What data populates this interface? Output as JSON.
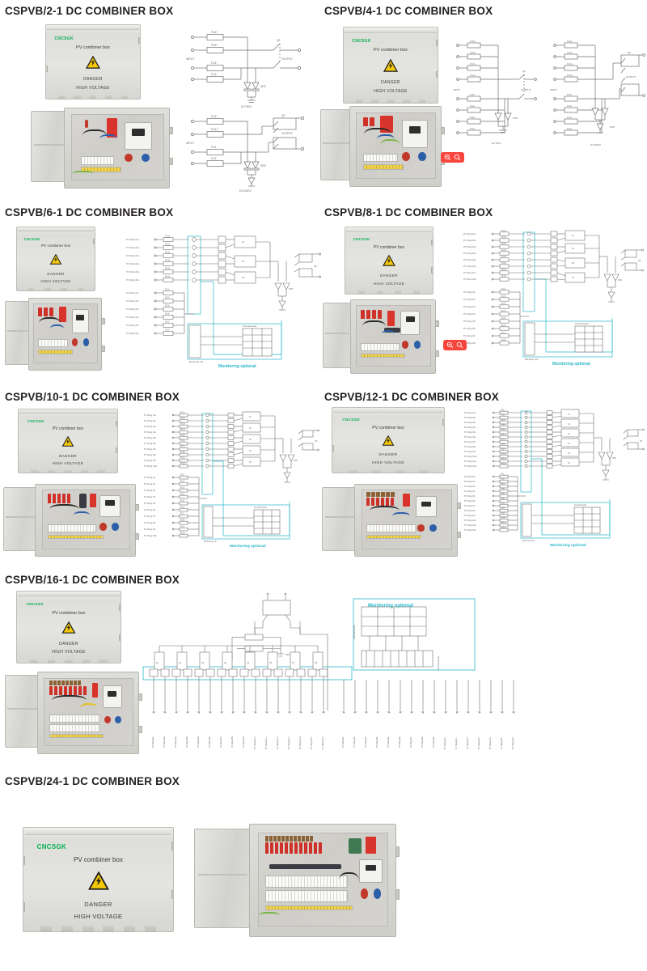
{
  "page": {
    "background": "#ffffff",
    "title_color": "#231f20",
    "brand_color": "#00b050",
    "monitoring_color": "#29b6c8",
    "badge_color": "#f8463c"
  },
  "panel_labels": {
    "brand": "CNCSGK",
    "product": "PV combiner box",
    "danger": "DANGER",
    "high_voltage": "HIGH VOLTAGE",
    "warning_icon": "high-voltage-triangle-icon"
  },
  "schematic_common": {
    "input": "INPUT",
    "output": "OUTPUT",
    "spd": "SPD",
    "qf": "QF",
    "dc750": "DC750V",
    "dc1000": "DC1000V",
    "monitoring_optional": "Monitoring optional",
    "monitoring_unit": "Monitoring unit",
    "terminal_board": "Terminal board",
    "string_prefix": "PV String N",
    "fuse_prefix": "FU"
  },
  "sections": [
    {
      "id": "cspvb-2-1",
      "title": "CSPVB/2-1 DC COMBINER BOX",
      "strings": 2,
      "fuses_positive": [
        "FU1+",
        "FU2+"
      ],
      "fuses_negative": [
        "FU1-",
        "FU2-"
      ],
      "breakers": [],
      "voltages": [
        "DC750V",
        "DC1000V"
      ],
      "has_monitoring": false,
      "has_zoom_badge": false,
      "schematic_count": 2
    },
    {
      "id": "cspvb-4-1",
      "title": "CSPVB/4-1 DC COMBINER BOX",
      "strings": 4,
      "fuses_positive": [
        "FU1+",
        "FU2+",
        "FU3+",
        "FU4+"
      ],
      "fuses_negative": [
        "FU1-",
        "FU2-",
        "FU3-",
        "FU4-"
      ],
      "breakers": [],
      "voltages": [
        "DC750V",
        "DC1000V"
      ],
      "has_monitoring": false,
      "has_zoom_badge": true,
      "schematic_count": 2
    },
    {
      "id": "cspvb-6-1",
      "title": "CSPVB/6-1 DC COMBINER BOX",
      "strings": 6,
      "string_labels_positive": [
        "PV String N1+",
        "PV String N2+",
        "PV String N3+",
        "PV String N4+",
        "PV String N5+",
        "PV String N6+"
      ],
      "string_labels_negative": [
        "PV String N1-",
        "PV String N2-",
        "PV String N3-",
        "PV String N4-",
        "PV String N5-",
        "PV String N6-"
      ],
      "breakers": [
        "K1",
        "K2",
        "K3"
      ],
      "voltages": [],
      "has_monitoring": true,
      "has_zoom_badge": false,
      "schematic_count": 1
    },
    {
      "id": "cspvb-8-1",
      "title": "CSPVB/8-1 DC COMBINER BOX",
      "strings": 8,
      "string_labels_positive": [
        "PV String N1+",
        "PV String N2+",
        "PV String N3+",
        "PV String N4+",
        "PV String N5+",
        "PV String N6+",
        "PV String N7+",
        "PV String N8+"
      ],
      "string_labels_negative": [
        "PV String N1-",
        "PV String N2-",
        "PV String N3-",
        "PV String N4-",
        "PV String N5-",
        "PV String N6-",
        "PV String N7-",
        "PV String N8-"
      ],
      "breakers": [
        "K1",
        "K2",
        "K3",
        "K4"
      ],
      "voltages": [],
      "has_monitoring": true,
      "has_zoom_badge": true,
      "schematic_count": 1
    },
    {
      "id": "cspvb-10-1",
      "title": "CSPVB/10-1 DC COMBINER BOX",
      "strings": 10,
      "string_labels_positive": [
        "PV String N1+",
        "PV String N2+",
        "PV String N3+",
        "PV String N4+",
        "PV String N5+",
        "PV String N6+",
        "PV String N7+",
        "PV String N8+",
        "PV String N9+",
        "PV String N10+"
      ],
      "string_labels_negative": [
        "PV String N1-",
        "PV String N2-",
        "PV String N3-",
        "PV String N4-",
        "PV String N5-",
        "PV String N6-",
        "PV String N7-",
        "PV String N8-",
        "PV String N9-",
        "PV String N10-"
      ],
      "breakers": [
        "K1",
        "K2",
        "K3",
        "K4",
        "K5"
      ],
      "voltages": [],
      "has_monitoring": true,
      "has_zoom_badge": false,
      "schematic_count": 1
    },
    {
      "id": "cspvb-12-1",
      "title": "CSPVB/12-1 DC COMBINER BOX",
      "strings": 12,
      "string_labels_positive": [
        "PV String N1+",
        "PV String N2+",
        "PV String N3+",
        "PV String N4+",
        "PV String N5+",
        "PV String N6+",
        "PV String N7+",
        "PV String N8+",
        "PV String N9+",
        "PV String N10+",
        "PV String N11+",
        "PV String N12+"
      ],
      "string_labels_negative": [
        "PV String N1-",
        "PV String N2-",
        "PV String N3-",
        "PV String N4-",
        "PV String N5-",
        "PV String N6-",
        "PV String N7-",
        "PV String N8-",
        "PV String N9-",
        "PV String N10-",
        "PV String N11-",
        "PV String N12-"
      ],
      "breakers": [
        "K1",
        "K2",
        "K3",
        "K4",
        "K5",
        "K6"
      ],
      "voltages": [],
      "has_monitoring": true,
      "has_zoom_badge": false,
      "schematic_count": 1
    },
    {
      "id": "cspvb-16-1",
      "title": "CSPVB/16-1 DC COMBINER BOX",
      "strings": 16,
      "breakers": [
        "K1",
        "K2",
        "K3",
        "K4",
        "K5",
        "K6",
        "K7",
        "K8"
      ],
      "voltages": [],
      "has_monitoring": true,
      "has_zoom_badge": false,
      "schematic_count": 1,
      "layout": "horizontal"
    },
    {
      "id": "cspvb-24-1",
      "title": "CSPVB/24-1 DC COMBINER BOX",
      "strings": 24,
      "breakers": [],
      "voltages": [],
      "has_monitoring": false,
      "has_zoom_badge": false,
      "schematic_count": 0,
      "layout": "photos-only"
    }
  ]
}
